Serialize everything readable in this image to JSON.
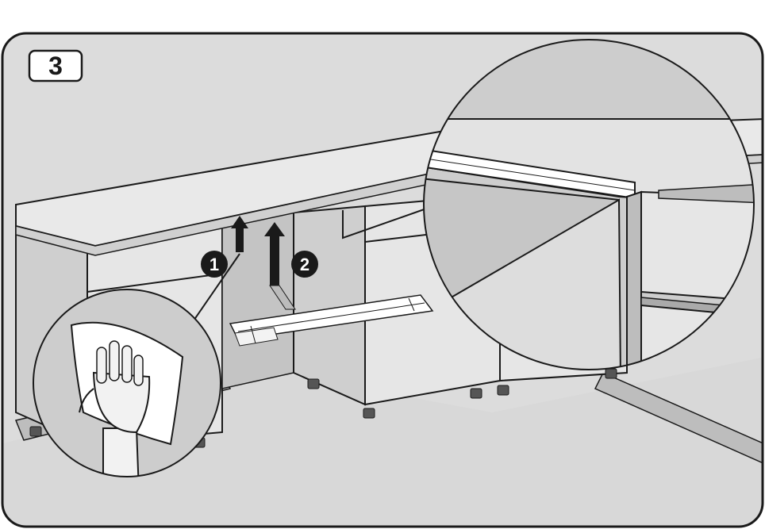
{
  "step": {
    "number": "3"
  },
  "callouts": [
    {
      "label": "1"
    },
    {
      "label": "2"
    }
  ],
  "colors": {
    "outline": "#1a1a1a",
    "floor": "#d8d8d8",
    "wall": "#dcdcdc",
    "cabinet": "#e6e6e6",
    "cabinet_shade": "#cfcfcf",
    "cavity": "#c4c4c4",
    "countertop": "#e9e9e9",
    "detail_bg": "#cdcdcd",
    "white": "#ffffff",
    "hand": "#f2f2f2"
  },
  "icons": {
    "arrow_1": "arrow-up-icon",
    "arrow_2": "arrow-up-icon",
    "hand_wipe": "hand-with-cloth-icon",
    "adhesive_strip": "adhesive-strip-icon"
  }
}
